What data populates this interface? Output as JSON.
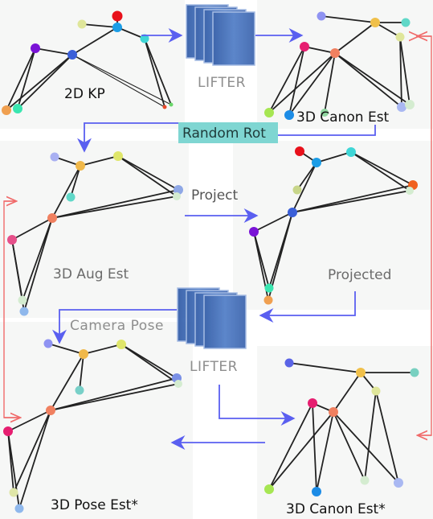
{
  "labels": {
    "kp2d": "2D KP",
    "lifter_top": "LIFTER",
    "canon_est": "3D Canon Est",
    "random_rot": "Random Rot",
    "project": "Project",
    "aug_est": "3D Aug Est",
    "projected": "Projected",
    "camera_pose": "Camera Pose",
    "lifter_bottom": "LIFTER",
    "pose_est": "3D Pose Est*",
    "canon_est_star": "3D Canon Est*"
  },
  "colors": {
    "flow_blue": "#5a5ff0",
    "flow_red": "#f06a6a",
    "random_rot_bg": "#7fd6d2",
    "lifter_block": "#3f68b4"
  }
}
